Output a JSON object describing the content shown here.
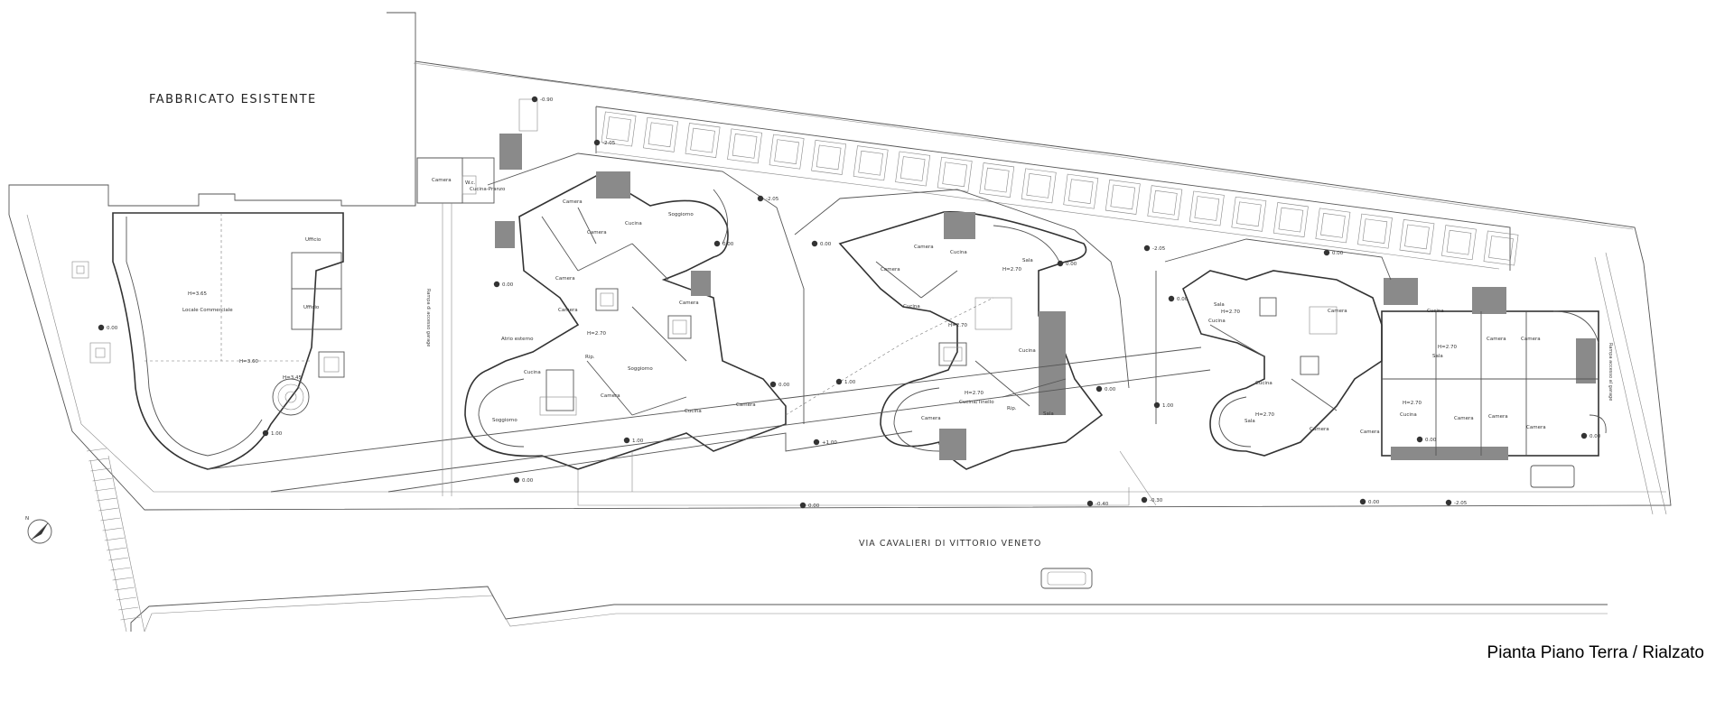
{
  "labels": {
    "existing_building": "FABBRICATO ESISTENTE",
    "street": "VIA CAVALIERI DI VITTORIO VENETO",
    "caption": "Pianta Piano Terra / Rialzato",
    "north": "N"
  },
  "rooms": [
    {
      "id": "r1",
      "text": "Camera"
    },
    {
      "id": "r2",
      "text": "W.c."
    },
    {
      "id": "r3",
      "text": "Cucina-Pranzo"
    },
    {
      "id": "r4",
      "text": "Ufficio"
    },
    {
      "id": "r5",
      "text": "Ufficio"
    },
    {
      "id": "r6",
      "text": "H=3.65"
    },
    {
      "id": "r7",
      "text": "Locale Commerciale"
    },
    {
      "id": "r8",
      "text": "H=3.60"
    },
    {
      "id": "r9",
      "text": "H=3.45"
    },
    {
      "id": "r10",
      "text": "Camera"
    },
    {
      "id": "r11",
      "text": "Camera"
    },
    {
      "id": "r12",
      "text": "Cucina"
    },
    {
      "id": "r13",
      "text": "Soggiorno"
    },
    {
      "id": "r14",
      "text": "Camera"
    },
    {
      "id": "r15",
      "text": "Camera"
    },
    {
      "id": "r16",
      "text": "Atrio esterno"
    },
    {
      "id": "r17",
      "text": "H=2.70"
    },
    {
      "id": "r18",
      "text": "Cucina"
    },
    {
      "id": "r19",
      "text": "Soggiorno"
    },
    {
      "id": "r20",
      "text": "Camera"
    },
    {
      "id": "r21",
      "text": "Rip."
    },
    {
      "id": "r22",
      "text": "Soggiorno"
    },
    {
      "id": "r23",
      "text": "Camera"
    },
    {
      "id": "r24",
      "text": "Camera"
    },
    {
      "id": "r25",
      "text": "Cucina"
    },
    {
      "id": "r26",
      "text": "Camera"
    },
    {
      "id": "r27",
      "text": "Cucina"
    },
    {
      "id": "r28",
      "text": "Camera"
    },
    {
      "id": "r29",
      "text": "Cucina"
    },
    {
      "id": "r30",
      "text": "H=2.70"
    },
    {
      "id": "r31",
      "text": "Sala"
    },
    {
      "id": "r32",
      "text": "H=2.70"
    },
    {
      "id": "r33",
      "text": "Cucina"
    },
    {
      "id": "r34",
      "text": "H=2.70"
    },
    {
      "id": "r35",
      "text": "Cucina/Tinello"
    },
    {
      "id": "r36",
      "text": "Rip."
    },
    {
      "id": "r37",
      "text": "Sala"
    },
    {
      "id": "r38",
      "text": "Camera"
    },
    {
      "id": "r39",
      "text": "Sala"
    },
    {
      "id": "r40",
      "text": "H=2.70"
    },
    {
      "id": "r41",
      "text": "Cucina"
    },
    {
      "id": "r42",
      "text": "Camera"
    },
    {
      "id": "r43",
      "text": "Cucina"
    },
    {
      "id": "r44",
      "text": "H=2.70"
    },
    {
      "id": "r45",
      "text": "Sala"
    },
    {
      "id": "r46",
      "text": "Camera"
    },
    {
      "id": "r47",
      "text": "Camera"
    },
    {
      "id": "r48",
      "text": "Cucina"
    },
    {
      "id": "r49",
      "text": "H=2.70"
    },
    {
      "id": "r50",
      "text": "Sala"
    },
    {
      "id": "r51",
      "text": "Camera"
    },
    {
      "id": "r52",
      "text": "Camera"
    },
    {
      "id": "r53",
      "text": "H=2.70"
    },
    {
      "id": "r54",
      "text": "Cucina"
    },
    {
      "id": "r55",
      "text": "Camera"
    },
    {
      "id": "r56",
      "text": "Camera"
    },
    {
      "id": "r57",
      "text": "Camera"
    }
  ],
  "levels": [
    {
      "id": "l1",
      "text": "-0.90"
    },
    {
      "id": "l2",
      "text": "-2.05"
    },
    {
      "id": "l3",
      "text": "-2.05"
    },
    {
      "id": "l4",
      "text": "0.00"
    },
    {
      "id": "l5",
      "text": "0.00"
    },
    {
      "id": "l6",
      "text": "0.00"
    },
    {
      "id": "l7",
      "text": "-2.05"
    },
    {
      "id": "l8",
      "text": "0.00"
    },
    {
      "id": "l9",
      "text": "0.00"
    },
    {
      "id": "l10",
      "text": "0.00"
    },
    {
      "id": "l11",
      "text": "0.00"
    },
    {
      "id": "l12",
      "text": "1.00"
    },
    {
      "id": "l13",
      "text": "0.00"
    },
    {
      "id": "l14",
      "text": "1.00"
    },
    {
      "id": "l15",
      "text": "1.00"
    },
    {
      "id": "l16",
      "text": "0.00"
    },
    {
      "id": "l17",
      "text": "+1.00"
    },
    {
      "id": "l18",
      "text": "0.00"
    },
    {
      "id": "l19",
      "text": "1.00"
    },
    {
      "id": "l20",
      "text": "0.00"
    },
    {
      "id": "l21",
      "text": "-0.40"
    },
    {
      "id": "l22",
      "text": "0.00"
    },
    {
      "id": "l23",
      "text": "0.00"
    },
    {
      "id": "l24",
      "text": "-0.30"
    },
    {
      "id": "l25",
      "text": "-2.05"
    },
    {
      "id": "l26",
      "text": "0.00"
    }
  ],
  "vertical_notes": {
    "ramp_left": "Rampa di accesso garage",
    "ramp_right": "Rampa accesso al garage"
  }
}
